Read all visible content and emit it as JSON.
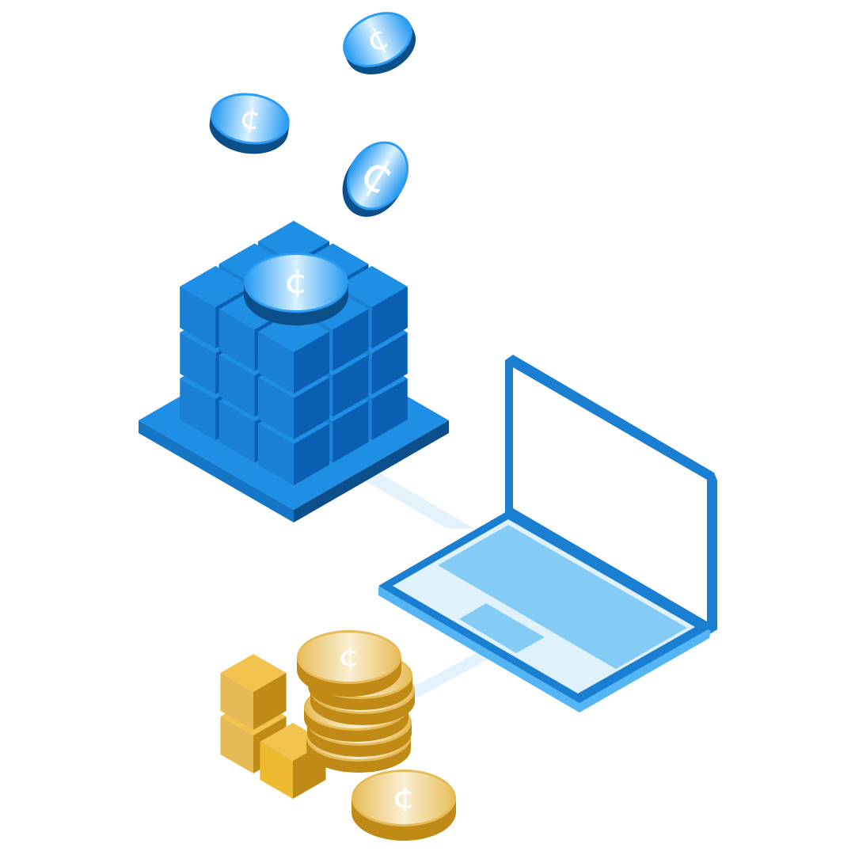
{
  "scene": {
    "subject": "isometric crypto illustration",
    "elements": [
      "blue-cube-block",
      "laptop",
      "blue-coin",
      "gold-coin-stack",
      "gold-cubes"
    ],
    "coin_symbol": "¢",
    "colors": {
      "blue_light": "#6cc6ff",
      "blue_mid": "#1e8fe4",
      "blue_dark": "#0a5fb3",
      "blue_deep": "#0b4f8a",
      "screen_fill": "#84cbf5",
      "keyboard_deck": "#dff2fc",
      "gold_light": "#f3dba0",
      "gold_mid": "#e6bb57",
      "gold_dark": "#c08a16",
      "connector": "#e3f2fb",
      "background": "#ffffff"
    }
  }
}
